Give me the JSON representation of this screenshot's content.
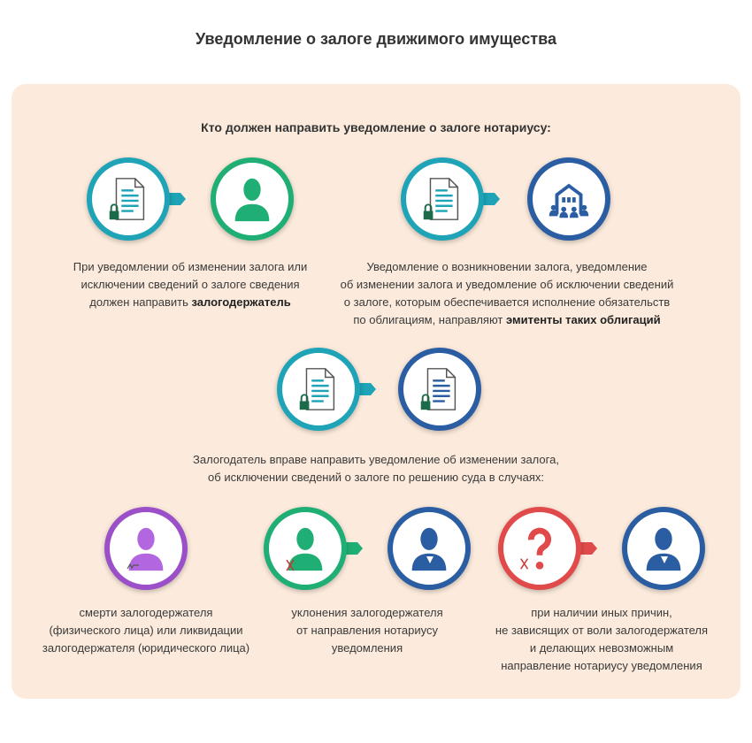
{
  "title": "Уведомление о залоге движимого имущества",
  "subtitle": "Кто должен направить уведомление о залоге нотариусу:",
  "block1": {
    "line1": "При уведомлении об изменении залога или",
    "line2": "исключении сведений о залоге сведения",
    "line3_pre": "должен направить ",
    "line3_bold": "залогодержатель"
  },
  "block2": {
    "line1": "Уведомление о возникновении залога, уведомление",
    "line2": "об изменении залога и уведомление об исключении сведений",
    "line3": "о залоге, которым обеспечивается исполнение обязательств",
    "line4_pre": "по облигациям, направляют ",
    "line4_bold": "эмитенты таких облигаций"
  },
  "block3": {
    "line1": "Залогодатель вправе направить уведомление об изменении залога,",
    "line2": "об исключении сведений о залоге по решению суда в случаях:"
  },
  "cases": [
    {
      "line1": "смерти залогодержателя",
      "line2": "(физического лица) или ликвидации",
      "line3": "залогодержателя (юридического лица)"
    },
    {
      "line1": "уклонения залогодержателя",
      "line2": "от направления нотариусу",
      "line3": "уведомления"
    },
    {
      "line1": "при наличии иных причин,",
      "line2": "не зависящих от воли залогодержателя",
      "line3": "и делающих невозможным",
      "line4": "направление нотариусу уведомления"
    }
  ],
  "colors": {
    "teal": "#1ea3b7",
    "green": "#1fae74",
    "blue": "#2b5da3",
    "purple": "#9b4fc8",
    "red": "#e04a4a",
    "panel": "#fcebdc"
  }
}
